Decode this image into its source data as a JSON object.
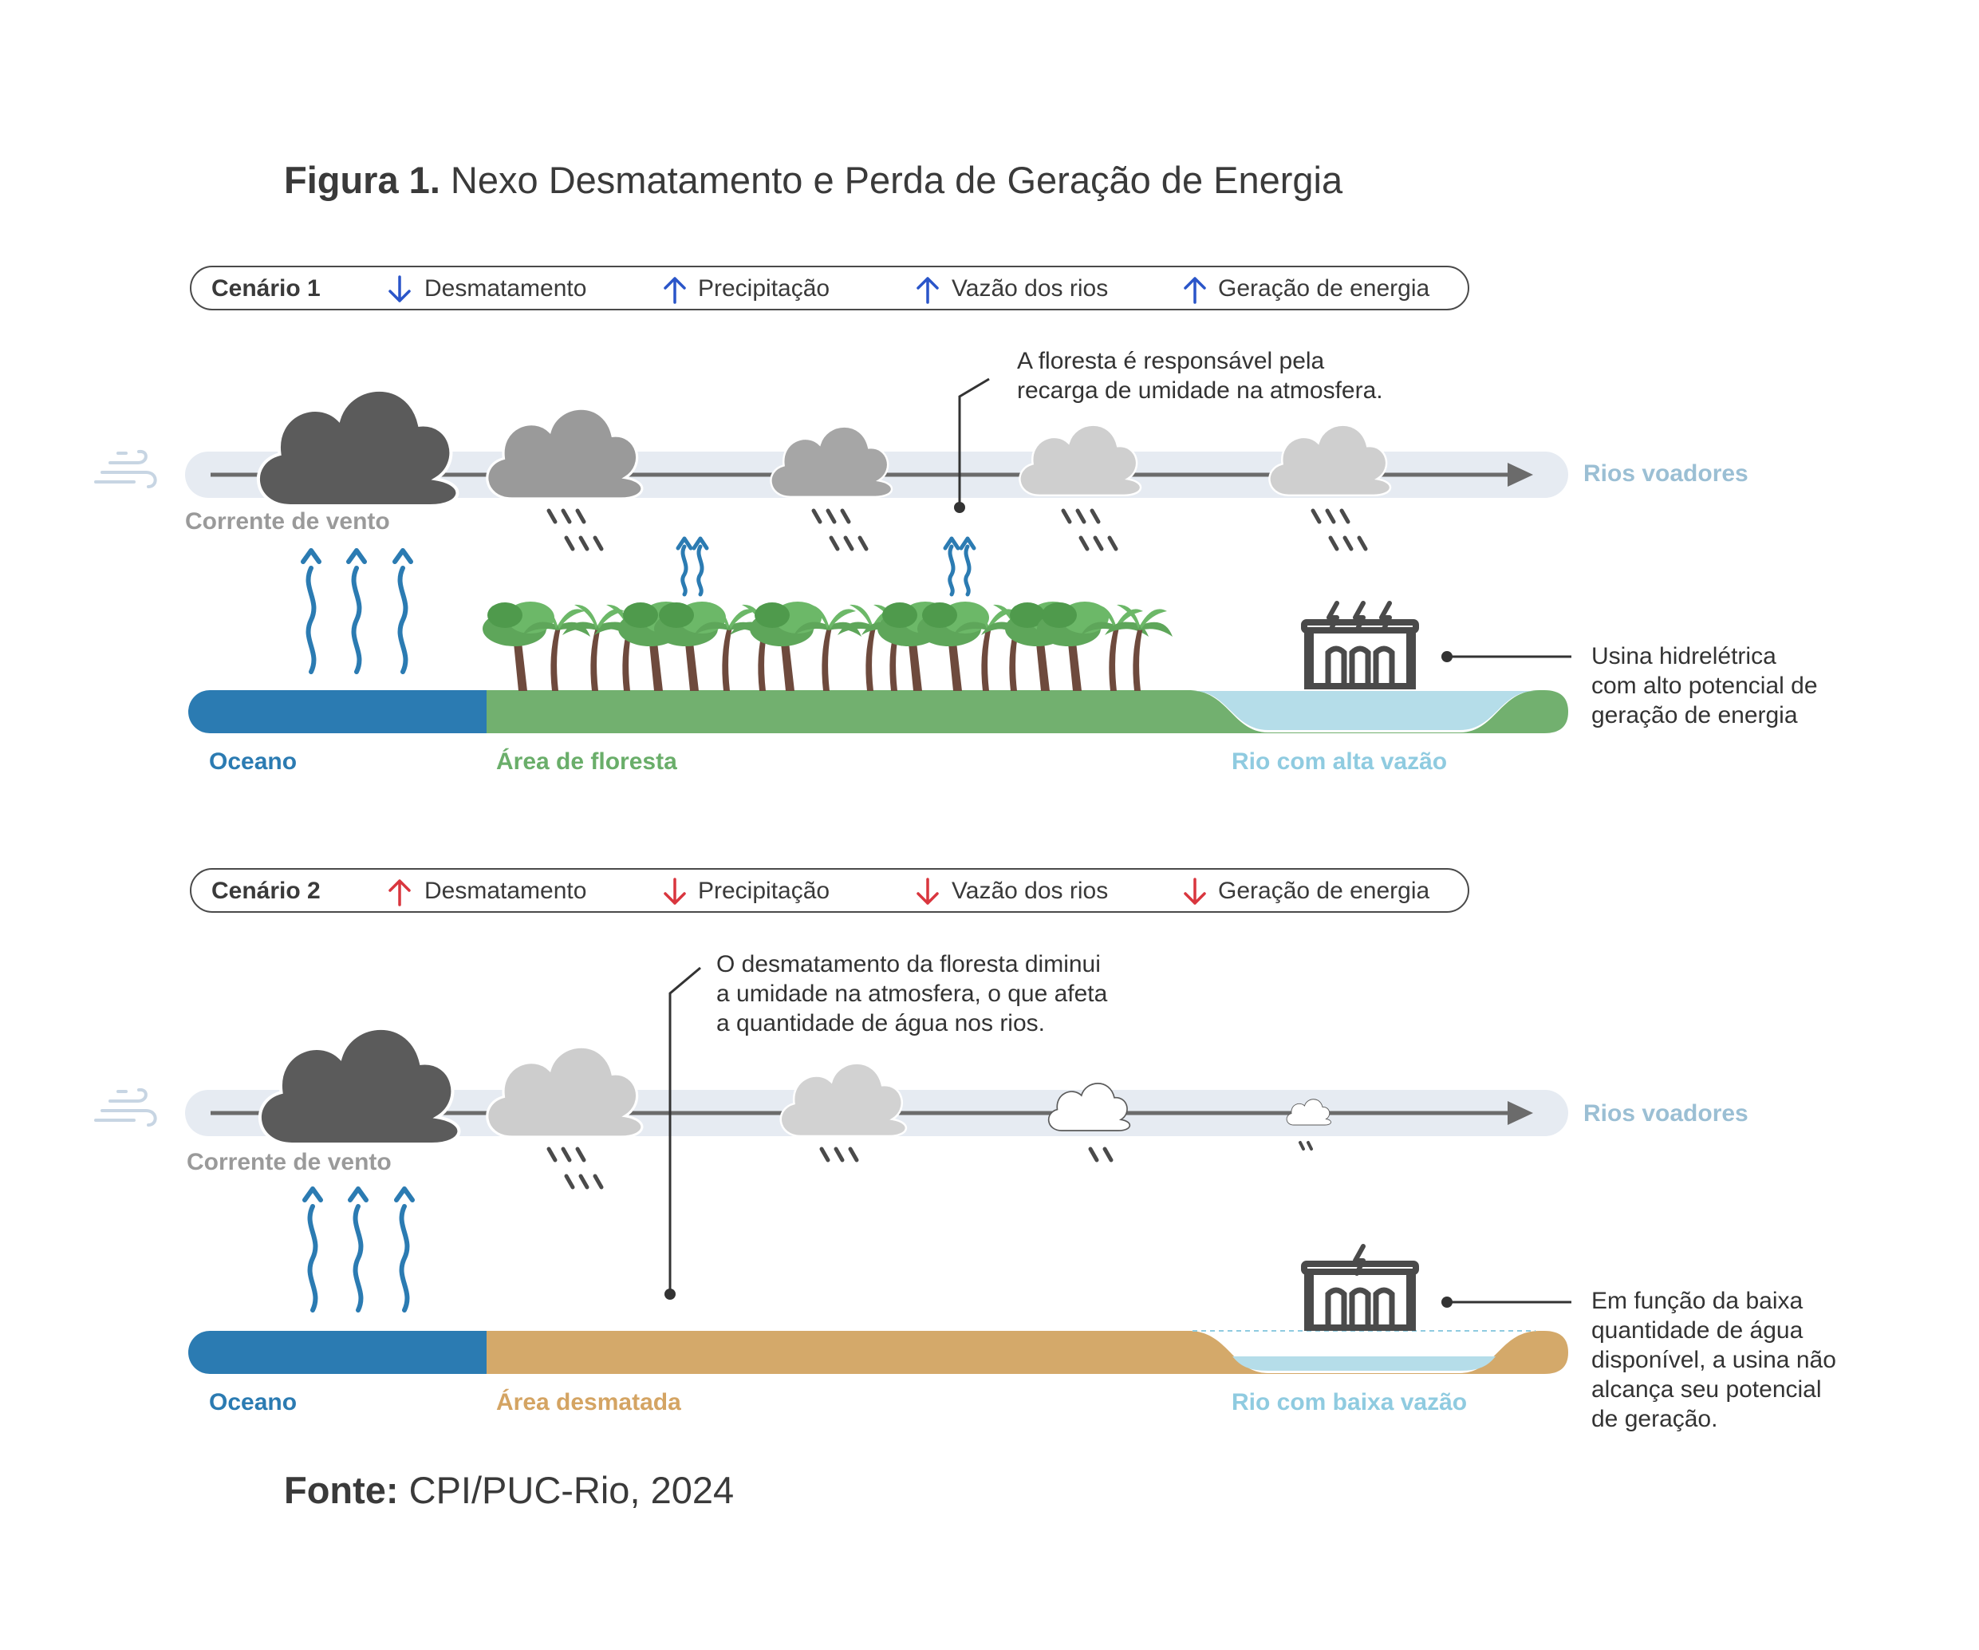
{
  "title": {
    "bold": "Figura 1.",
    "rest": " Nexo Desmatamento e Perda de Geração de Energia"
  },
  "source": {
    "bold": "Fonte:",
    "rest": " CPI/PUC-Rio, 2024"
  },
  "colors": {
    "ocean": "#2b7bb2",
    "forest": "#72b06f",
    "river": "#b5dde9",
    "sand": "#d4a96a",
    "up_arrow": "#2a55c9",
    "down_arrow": "#d9363e",
    "cloud_dark": "#5b5b5b",
    "wind_band": "#e6ebf2"
  },
  "scenario1": {
    "head": "Cenário 1",
    "items": [
      {
        "icon": "arrow-down-blue-icon",
        "label": "Desmatamento"
      },
      {
        "icon": "arrow-up-blue-icon",
        "label": "Precipitação"
      },
      {
        "icon": "arrow-up-blue-icon",
        "label": "Vazão dos rios"
      },
      {
        "icon": "arrow-up-blue-icon",
        "label": "Geração de energia"
      }
    ],
    "annotation": [
      "A floresta é responsável pela",
      "recarga de umidade na atmosfera."
    ],
    "wind_label": "Corrente de vento",
    "flying_rivers": "Rios voadores",
    "ocean": "Oceano",
    "land": "Área de floresta",
    "river": "Rio com alta vazão",
    "plant_note": [
      "Usina hidrelétrica",
      "com alto potencial de",
      "geração de energia"
    ]
  },
  "scenario2": {
    "head": "Cenário 2",
    "items": [
      {
        "icon": "arrow-up-red-icon",
        "label": "Desmatamento"
      },
      {
        "icon": "arrow-down-red-icon",
        "label": "Precipitação"
      },
      {
        "icon": "arrow-down-red-icon",
        "label": "Vazão dos rios"
      },
      {
        "icon": "arrow-down-red-icon",
        "label": "Geração de energia"
      }
    ],
    "annotation": [
      "O desmatamento da floresta diminui",
      "a umidade na atmosfera, o que afeta",
      "a quantidade de água nos rios."
    ],
    "wind_label": "Corrente de vento",
    "flying_rivers": "Rios voadores",
    "ocean": "Oceano",
    "land": "Área desmatada",
    "river": "Rio com baixa vazão",
    "plant_note": [
      "Em função da baixa",
      "quantidade de água",
      "disponível, a usina não",
      "alcança seu potencial",
      "de geração."
    ]
  }
}
